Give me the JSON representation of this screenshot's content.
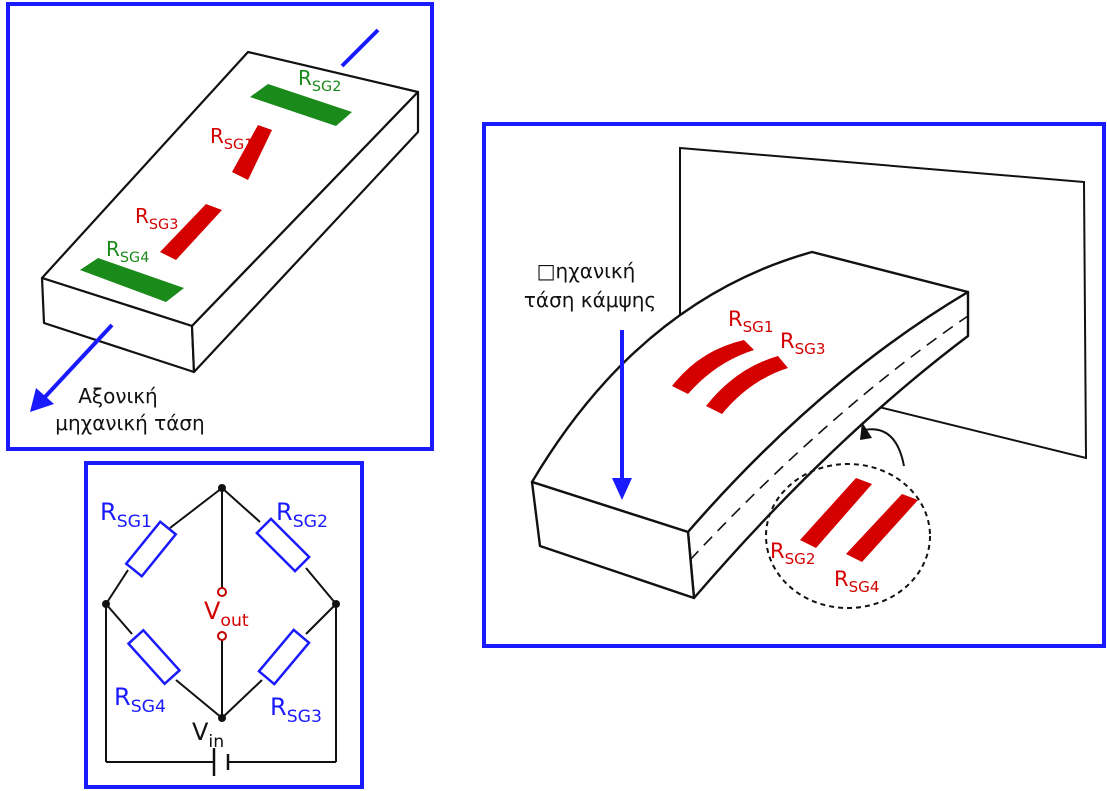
{
  "colors": {
    "frame": "#1a1aff",
    "gauge_red": "#d40000",
    "gauge_green": "#1a8a1a",
    "arrow": "#1a1aff",
    "ink": "#111111"
  },
  "panel_axial": {
    "gauges": [
      {
        "base": "R",
        "sub": "SG2",
        "color": "green"
      },
      {
        "base": "R",
        "sub": "SG1",
        "color": "red"
      },
      {
        "base": "R",
        "sub": "SG3",
        "color": "red"
      },
      {
        "base": "R",
        "sub": "SG4",
        "color": "green"
      }
    ],
    "label_line1": "Αξονική",
    "label_line2": "μηχανική τάση"
  },
  "panel_bridge": {
    "resistors": [
      {
        "base": "R",
        "sub": "SG1"
      },
      {
        "base": "R",
        "sub": "SG2"
      },
      {
        "base": "R",
        "sub": "SG4"
      },
      {
        "base": "R",
        "sub": "SG3"
      }
    ],
    "vout": {
      "base": "V",
      "sub": "out"
    },
    "vin": {
      "base": "V",
      "sub": "in"
    }
  },
  "panel_bending": {
    "label_line1": "□ηχανική",
    "label_line2": "τάση κάμψης",
    "gauges": [
      {
        "base": "R",
        "sub": "SG1"
      },
      {
        "base": "R",
        "sub": "SG3"
      },
      {
        "base": "R",
        "sub": "SG2"
      },
      {
        "base": "R",
        "sub": "SG4"
      }
    ]
  }
}
